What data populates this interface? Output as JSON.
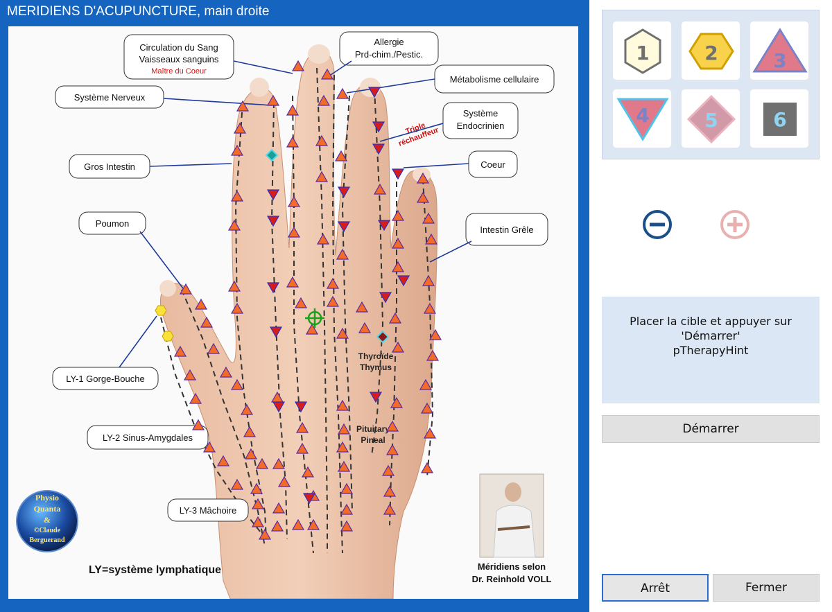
{
  "window": {
    "title": "MERIDIENS D'ACUPUNCTURE, main droite"
  },
  "chart": {
    "labels": {
      "circulation_1": "Circulation du Sang",
      "circulation_2": "Vaisseaux sanguins",
      "circulation_3": "Maître du Coeur",
      "allergie_1": "Allergie",
      "allergie_2": "Prd-chim./Pestic.",
      "metabolisme": "Métabolisme cellulaire",
      "nerveux": "Système Nerveux",
      "endocrinien_1": "Système",
      "endocrinien_2": "Endocrinien",
      "triple_1": "Triple",
      "triple_2": "réchauffeur",
      "gros_intestin": "Gros Intestin",
      "coeur": "Coeur",
      "poumon": "Poumon",
      "intestin_grele": "Intestin Grêle",
      "ly1": "LY-1  Gorge-Bouche",
      "ly2": "LY-2  Sinus-Amygdales",
      "ly3": "LY-3 Mâchoire",
      "thyroide_1": "Thyroïde",
      "thyroide_2": "Thymus",
      "pituitary_1": "Pituitary",
      "pituitary_2": "Pineal",
      "lymph_note": "LY=système lymphatique",
      "credit_1": "Méridiens selon",
      "credit_2": "Dr. Reinhold VOLL",
      "logo_text": "Physio Quanta & ©Claude Berguerand"
    }
  },
  "palette": {
    "items": [
      {
        "label": "1",
        "shape": "hexagon",
        "fill": "#fffbdc",
        "stroke": "#707070"
      },
      {
        "label": "2",
        "shape": "hexagon",
        "fill": "#f8d24a",
        "stroke": "#d0a000"
      },
      {
        "label": "3",
        "shape": "triangle-up",
        "fill": "#e07a8a",
        "stroke": "#7a82c8"
      },
      {
        "label": "4",
        "shape": "triangle-down",
        "fill": "#e07a8a",
        "stroke": "#4fc3e8"
      },
      {
        "label": "5",
        "shape": "diamond",
        "fill": "#d29aa8",
        "stroke": "#e9b4c0"
      },
      {
        "label": "6",
        "shape": "square",
        "fill": "#707070",
        "stroke": "#707070"
      }
    ]
  },
  "zoom": {
    "minus_icon": "minus-circle-icon",
    "plus_icon": "plus-circle-icon",
    "minus_color": "#1a4f8a",
    "plus_color": "#e8b0b0"
  },
  "hint": {
    "line1": "Placer la cible et appuyer sur",
    "line2": "'Démarrer'",
    "line3": "pTherapyHint"
  },
  "buttons": {
    "start": "Démarrer",
    "stop": "Arrêt",
    "close": "Fermer"
  },
  "colors": {
    "frame": "#1565c0",
    "marker_orange": "#f26b2a",
    "marker_red": "#d81b1b"
  }
}
